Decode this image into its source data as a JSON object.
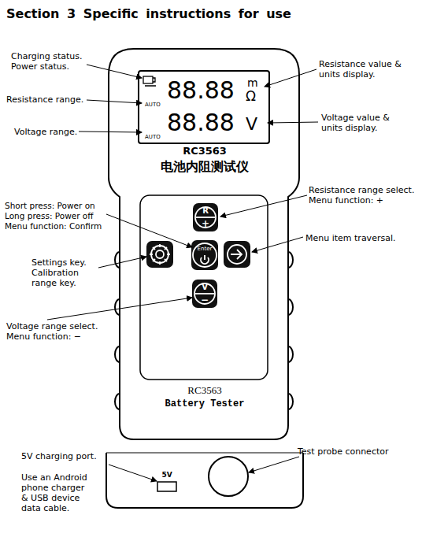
{
  "diagram": {
    "title": "Section 3 Specific instructions for use",
    "labels": [
      "Charging status. Power status.",
      "Resistance range.",
      "Voltage range.",
      "AUTO",
      "88.88",
      "m",
      "Ω",
      "AUTO",
      "88.88",
      "V",
      "RC3563",
      "电池内阻测试仪",
      "Resistance value & units display.",
      "Voltage value & units display.",
      "Resistance range select. Menu function: +",
      "R",
      "+",
      "Short press: Power on Long press: Power off Menu function: Confirm",
      "Enter",
      "Menu item traversal.",
      "Settings key. Calibration range key.",
      "V",
      "−",
      "Voltage range select. Menu function: −",
      "RC3563",
      "Battery Tester",
      "5V charging port.",
      "Use an Android phone charger & USB device data cable.",
      "5V",
      "Test probe connector"
    ]
  }
}
